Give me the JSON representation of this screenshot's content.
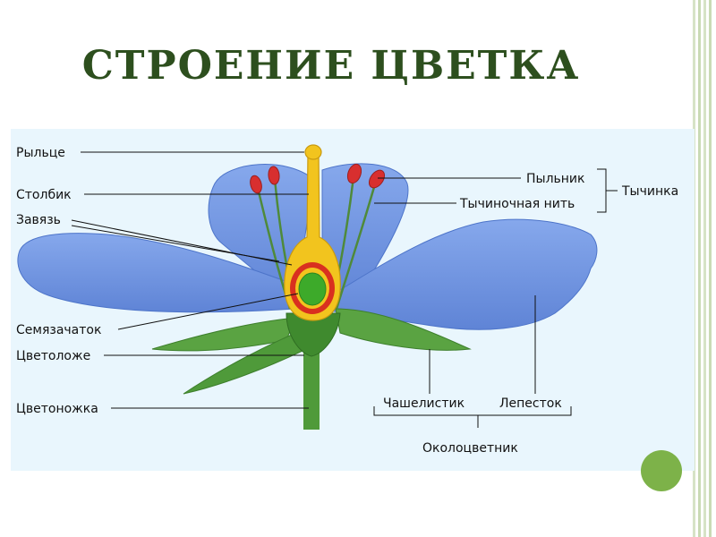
{
  "slide": {
    "title": "СТРОЕНИЕ ЦВЕТКА"
  },
  "diagram": {
    "labels_left": {
      "stigma": "Рыльце",
      "style": "Столбик",
      "ovary": "Завязь",
      "ovule": "Семязачаток",
      "receptacle": "Цветоложе",
      "pedicel": "Цветоножка"
    },
    "labels_right": {
      "anther": "Пыльник",
      "filament": "Тычиночная нить",
      "stamen": "Тычинка"
    },
    "labels_bottom": {
      "sepal": "Чашелистик",
      "petal": "Лепесток",
      "perianth": "Околоцветник"
    }
  },
  "colors": {
    "petal": "#6f95e0",
    "leaf": "#4f9a3a",
    "pistil": "#f2c41e",
    "ovary_ring": "#d9301f",
    "ovule": "#3daa2a",
    "anther": "#d82f2f",
    "title": "#2d4f1e",
    "panel": "#e9f6fd"
  }
}
